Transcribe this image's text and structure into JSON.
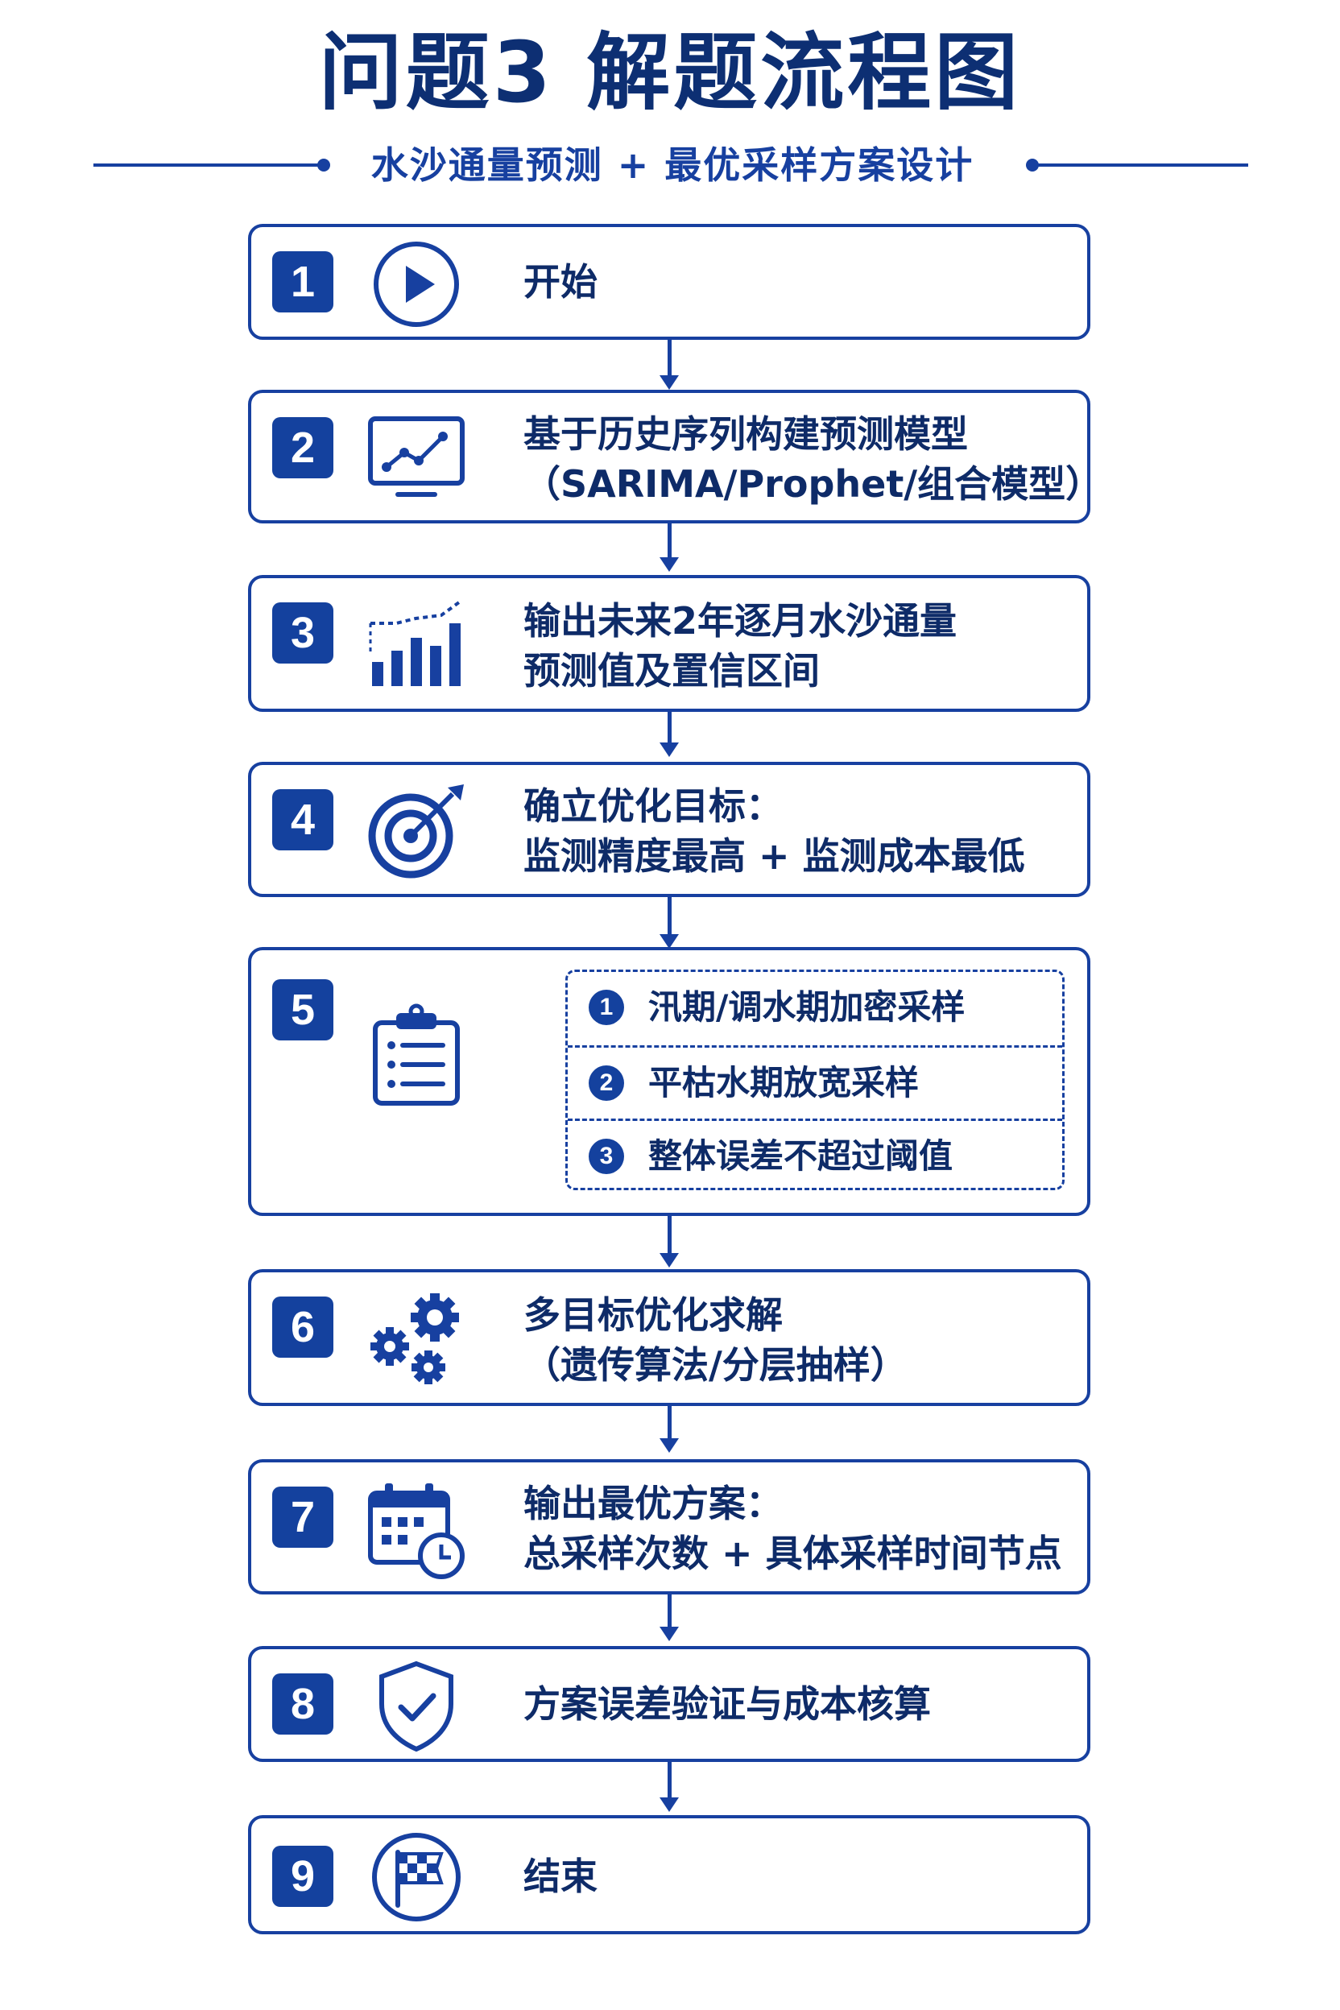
{
  "title": "问题3 解题流程图",
  "subtitle": "水沙通量预测 + 最优采样方案设计",
  "steps": [
    {
      "num": "1",
      "icon": "play-circle-icon",
      "lines": [
        "开始"
      ]
    },
    {
      "num": "2",
      "icon": "monitor-line-chart-icon",
      "lines": [
        "基于历史序列构建预测模型",
        "（SARIMA/Prophet/组合模型）"
      ]
    },
    {
      "num": "3",
      "icon": "bar-chart-trend-icon",
      "lines": [
        "输出未来2年逐月水沙通量",
        "预测值及置信区间"
      ]
    },
    {
      "num": "4",
      "icon": "target-icon",
      "lines": [
        "确立优化目标：",
        "监测精度最高 + 监测成本最低"
      ]
    },
    {
      "num": "5",
      "icon": "clipboard-list-icon",
      "lines": [],
      "subitems": [
        {
          "num": "1",
          "text": "汛期/调水期加密采样"
        },
        {
          "num": "2",
          "text": "平枯水期放宽采样"
        },
        {
          "num": "3",
          "text": "整体误差不超过阈值"
        }
      ]
    },
    {
      "num": "6",
      "icon": "gears-icon",
      "lines": [
        "多目标优化求解",
        "（遗传算法/分层抽样）"
      ]
    },
    {
      "num": "7",
      "icon": "calendar-clock-icon",
      "lines": [
        "输出最优方案：",
        "总采样次数 + 具体采样时间节点"
      ]
    },
    {
      "num": "8",
      "icon": "shield-check-icon",
      "lines": [
        "方案误差验证与成本核算"
      ]
    },
    {
      "num": "9",
      "icon": "finish-flag-icon",
      "lines": [
        "结束"
      ]
    }
  ]
}
